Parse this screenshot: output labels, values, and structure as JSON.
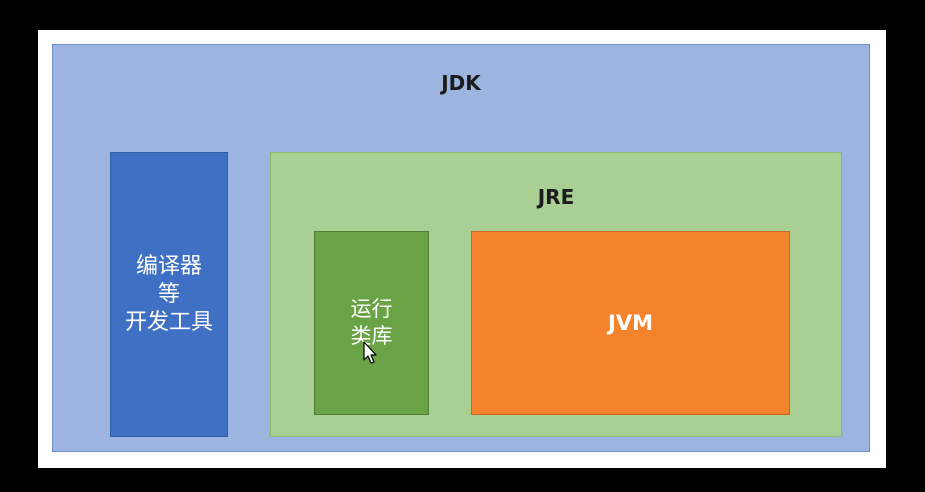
{
  "diagram": {
    "jdk": {
      "label": "JDK",
      "color": "#9db3e0"
    },
    "compiler": {
      "lines": [
        "编译器",
        "等",
        "开发工具"
      ],
      "color": "#3f70c4"
    },
    "jre": {
      "label": "JRE",
      "color": "#a9cf94"
    },
    "runtime_library": {
      "lines": [
        "运行",
        "类库"
      ],
      "color": "#6aa346"
    },
    "jvm": {
      "label": "JVM",
      "color": "#f4832b"
    }
  }
}
